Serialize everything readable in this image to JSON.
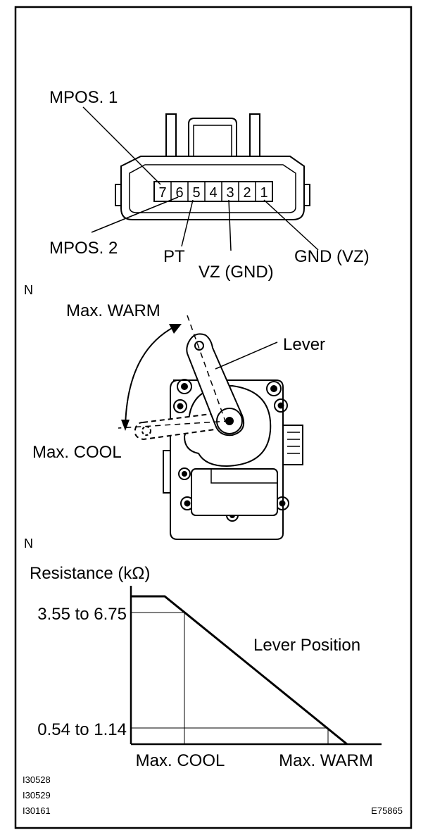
{
  "connector": {
    "pins": [
      "7",
      "6",
      "5",
      "4",
      "3",
      "2",
      "1"
    ],
    "labels": {
      "mpos1": "MPOS. 1",
      "mpos2": "MPOS. 2",
      "pt": "PT",
      "vz_gnd": "VZ (GND)",
      "gnd_vz": "GND (VZ)"
    }
  },
  "actuator": {
    "section_mark": "N",
    "max_warm": "Max. WARM",
    "lever": "Lever",
    "max_cool": "Max. COOL"
  },
  "chart": {
    "section_mark": "N",
    "ylabel": "Resistance (kΩ)",
    "y_tick_high": "3.55 to 6.75",
    "y_tick_low": "0.54 to 1.14",
    "x_tick_left": "Max. COOL",
    "x_tick_right": "Max. WARM",
    "line_label": "Lever Position"
  },
  "chart_data": {
    "type": "line",
    "title": "",
    "xlabel": "",
    "ylabel": "Resistance (kΩ)",
    "categories": [
      "Max. COOL",
      "Max. WARM"
    ],
    "series": [
      {
        "name": "Lever Position",
        "x": [
          "Max. COOL",
          "Max. WARM"
        ],
        "y_range_labels": [
          "3.55 to 6.75",
          "0.54 to 1.14"
        ]
      }
    ],
    "y_ticks": [
      "3.55 to 6.75",
      "0.54 to 1.14"
    ],
    "x_ticks": [
      "Max. COOL",
      "Max. WARM"
    ]
  },
  "footer": {
    "codes": [
      "I30528",
      "I30529",
      "I30161"
    ],
    "figure_id": "E75865"
  }
}
